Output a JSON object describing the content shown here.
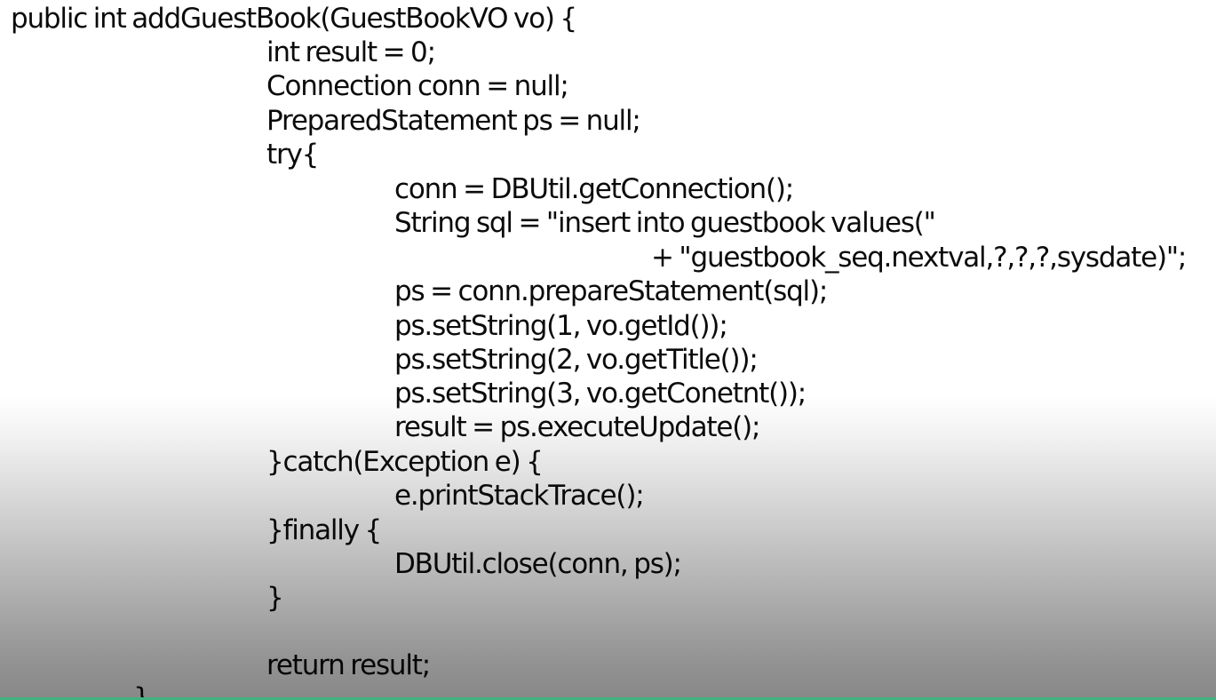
{
  "code_lines": [
    "public int addGuestBook(GuestBookVO vo) {",
    "int result = 0;",
    "Connection conn = null;",
    "PreparedStatement ps = null;",
    "try{",
    "conn = DBUtil.getConnection();",
    "String sql = \"insert into guestbook values(\"",
    "+ \"guestbook_seq.nextval,?,?,?,sysdate)\";",
    "ps = conn.prepareStatement(sql);",
    "ps.setString(1, vo.getId());",
    "ps.setString(2, vo.getTitle());",
    "ps.setString(3, vo.getConetnt());",
    "result = ps.executeUpdate();",
    "}catch(Exception e) {",
    "e.printStackTrace();",
    "}finally {",
    "DBUtil.close(conn, ps);",
    "}",
    "return result;",
    "}"
  ],
  "colors": {
    "text": "#0b0b0b",
    "background": "#ffffff",
    "bottom_accent": "#3fb37f"
  }
}
